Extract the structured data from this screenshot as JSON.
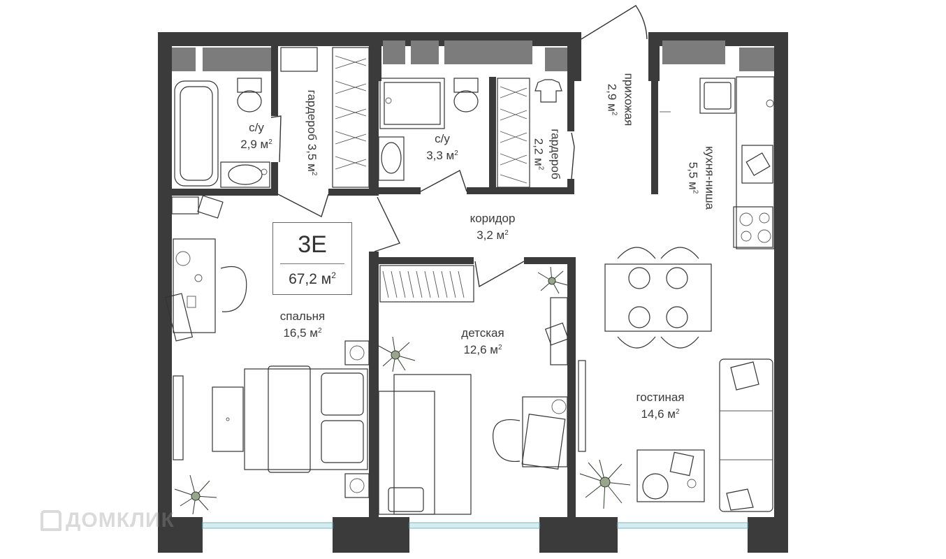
{
  "unit": {
    "code": "3E",
    "area": "67,2 м",
    "area_sup": "2"
  },
  "rooms": {
    "bath1": {
      "name": "с/у",
      "area": "2,9 м",
      "sup": "2"
    },
    "ward1": {
      "name": "гардероб 3,5 м",
      "sup": "2"
    },
    "bath2": {
      "name": "с/у",
      "area": "3,3 м",
      "sup": "2"
    },
    "ward2": {
      "name": "гардероб",
      "area": "2,2 м",
      "sup": "2"
    },
    "hall": {
      "name": "прихожая",
      "area": "2,9 м",
      "sup": "2"
    },
    "kitchen": {
      "name": "кухня-ниша",
      "area": "5,5 м",
      "sup": "2"
    },
    "corridor": {
      "name": "коридор",
      "area": "3,2 м",
      "sup": "2"
    },
    "bedroom": {
      "name": "спальня",
      "area": "16,5 м",
      "sup": "2"
    },
    "kids": {
      "name": "детская",
      "area": "12,6 м",
      "sup": "2"
    },
    "living": {
      "name": "гостиная",
      "area": "14,6 м",
      "sup": "2"
    }
  },
  "watermark": {
    "text": "ДОМКЛИК",
    "icon": "house-logo-icon"
  }
}
